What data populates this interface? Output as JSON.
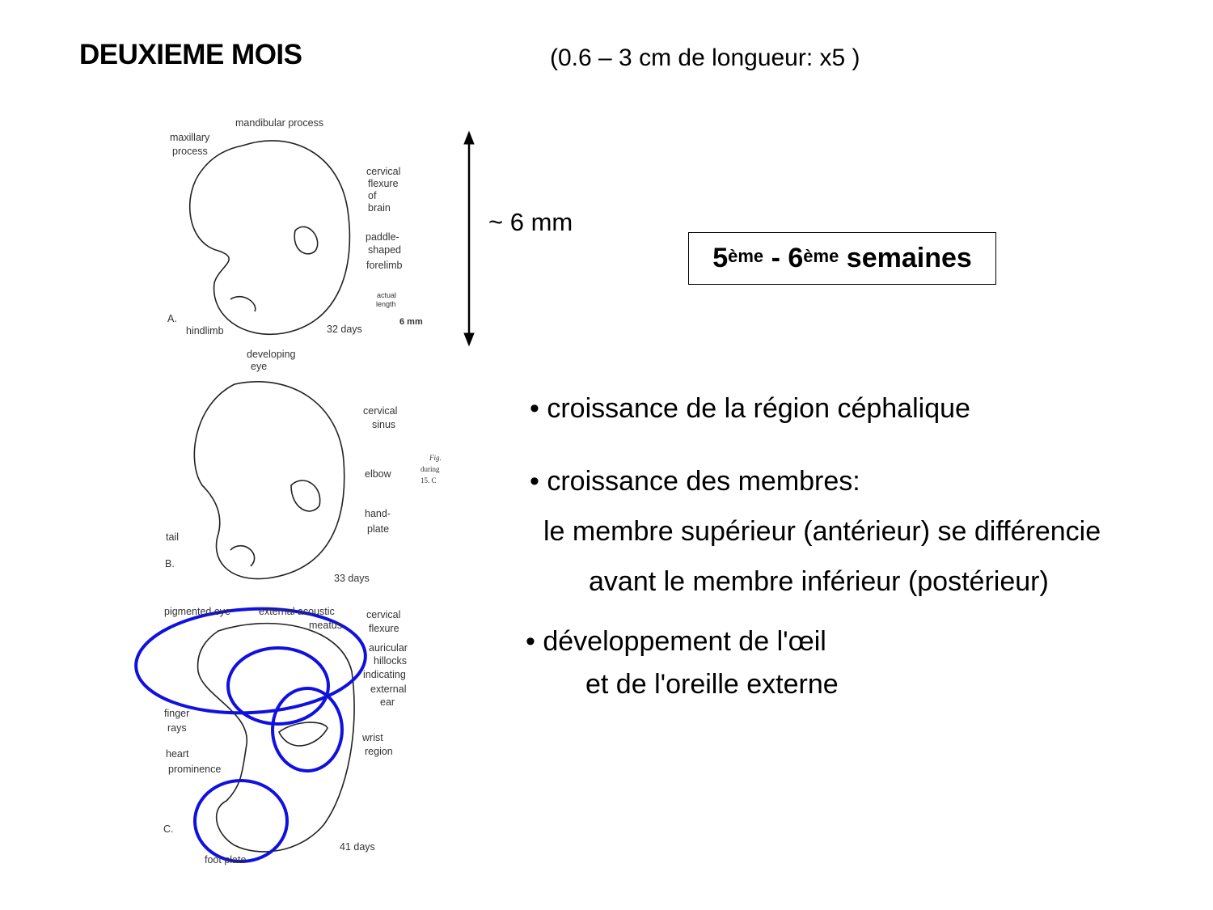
{
  "slide": {
    "title": "DEUXIEME MOIS",
    "subtitle": "(0.6 – 3 cm de longueur: x5 )",
    "scale_label": "~ 6 mm",
    "week_box": {
      "n1": "5",
      "sup1": "ème",
      "sep": " - ",
      "n2": "6",
      "sup2": "ème",
      "word": " semaines"
    },
    "bullets": [
      {
        "marker": "•",
        "text": "croissance de la région céphalique"
      },
      {
        "marker": "•",
        "text": "croissance des membres:"
      },
      {
        "marker": "",
        "text": "le membre supérieur (antérieur) se différencie"
      },
      {
        "marker": "",
        "text": "avant le membre inférieur (postérieur)"
      },
      {
        "marker": "•",
        "text": "développement de l'œil"
      },
      {
        "marker": "",
        "text": "et de l'oreille externe"
      }
    ],
    "highlight_color": "#1010e0"
  },
  "figure": {
    "a": {
      "letter": "A.",
      "days": "32 days",
      "labels": [
        "mandibular process",
        "maxillary",
        "process",
        "cervical",
        "flexure",
        "of",
        "brain",
        "paddle-",
        "shaped",
        "forelimb",
        "actual",
        "length",
        "6 mm",
        "hindlimb"
      ]
    },
    "b": {
      "letter": "B.",
      "days": "33 days",
      "labels": [
        "developing",
        "eye",
        "cervical",
        "sinus",
        "elbow",
        "hand-",
        "plate",
        "tail",
        "Fig.",
        "during",
        "15. C"
      ]
    },
    "c": {
      "letter": "C.",
      "days": "41 days",
      "labels": [
        "pigmented eye",
        "external acoustic",
        "meatus",
        "cervical",
        "flexure",
        "auricular",
        "hillocks",
        "indicating",
        "external",
        "ear",
        "finger",
        "rays",
        "wrist",
        "region",
        "heart",
        "prominence",
        "foot plate"
      ]
    }
  }
}
